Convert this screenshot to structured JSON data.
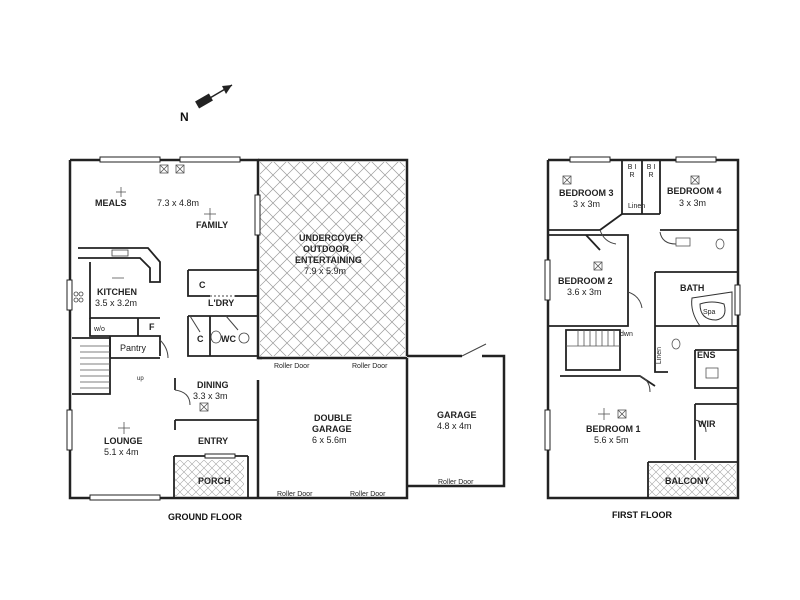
{
  "compass": {
    "letter": "N"
  },
  "ground_floor": {
    "title": "GROUND FLOOR",
    "rooms": {
      "meals": {
        "name": "MEALS"
      },
      "meals_family_size": "7.3 x 4.8m",
      "family": {
        "name": "FAMILY"
      },
      "kitchen": {
        "name": "KITCHEN",
        "size": "3.5 x 3.2m"
      },
      "wo": {
        "name": "w/o"
      },
      "fridge": {
        "name": "F"
      },
      "pantry": {
        "name": "Pantry"
      },
      "up": {
        "name": "up"
      },
      "c1": {
        "name": "C"
      },
      "ldry": {
        "name": "L'DRY"
      },
      "c2": {
        "name": "C"
      },
      "wc": {
        "name": "WC"
      },
      "dining": {
        "name": "DINING",
        "size": "3.3 x 3m"
      },
      "lounge": {
        "name": "LOUNGE",
        "size": "5.1 x 4m"
      },
      "entry": {
        "name": "ENTRY"
      },
      "porch": {
        "name": "PORCH"
      },
      "outdoor": {
        "line1": "UNDERCOVER",
        "line2": "OUTDOOR",
        "line3": "ENTERTAINING",
        "size": "7.9 x 5.9m"
      },
      "double_garage": {
        "line1": "DOUBLE",
        "line2": "GARAGE",
        "size": "6 x 5.6m"
      },
      "garage": {
        "name": "GARAGE",
        "size": "4.8 x 4m"
      }
    },
    "roller_doors": [
      "Roller Door",
      "Roller Door",
      "Roller Door",
      "Roller Door",
      "Roller Door"
    ]
  },
  "first_floor": {
    "title": "FIRST FLOOR",
    "rooms": {
      "bedroom3": {
        "name": "BEDROOM 3",
        "size": "3 x 3m"
      },
      "bir1": {
        "letters": "B I R"
      },
      "bir2": {
        "letters": "B I R"
      },
      "linen1": {
        "name": "Linen"
      },
      "bedroom4": {
        "name": "BEDROOM 4",
        "size": "3 x 3m"
      },
      "bedroom2": {
        "name": "BEDROOM 2",
        "size": "3.6 x 3m"
      },
      "bath": {
        "name": "BATH"
      },
      "spa": {
        "name": "Spa"
      },
      "dwn": {
        "name": "dwn"
      },
      "linen2": {
        "name": "Linen"
      },
      "ens": {
        "name": "ENS"
      },
      "bedroom1": {
        "name": "BEDROOM 1",
        "size": "5.6 x 5m"
      },
      "wir": {
        "name": "WIR"
      },
      "balcony": {
        "name": "BALCONY"
      }
    }
  }
}
